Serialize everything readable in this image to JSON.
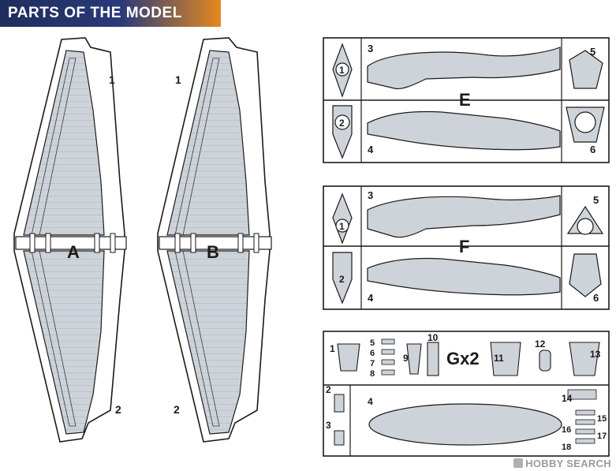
{
  "header": {
    "title": "PARTS OF THE MODEL"
  },
  "sprue_a": {
    "letter": "A",
    "part_1": "1",
    "part_2": "2"
  },
  "sprue_b": {
    "letter": "B",
    "part_1": "1",
    "part_2": "2"
  },
  "sprue_e": {
    "letter": "E",
    "labels": [
      "1",
      "2",
      "3",
      "4",
      "5",
      "6"
    ]
  },
  "sprue_f": {
    "letter": "F",
    "labels": [
      "1",
      "2",
      "3",
      "4",
      "5",
      "6"
    ]
  },
  "sprue_g": {
    "letter": "Gx2",
    "labels": [
      "1",
      "2",
      "3",
      "4",
      "5",
      "6",
      "7",
      "8",
      "9",
      "10",
      "11",
      "12",
      "13",
      "14",
      "15",
      "16",
      "17",
      "18"
    ]
  },
  "watermark": "HOBBY SEARCH",
  "colors": {
    "part_fill": "#cdd3d9",
    "line": "#1a1a1a",
    "header_blue": "#1f2d5c",
    "header_orange": "#e58a1e"
  }
}
